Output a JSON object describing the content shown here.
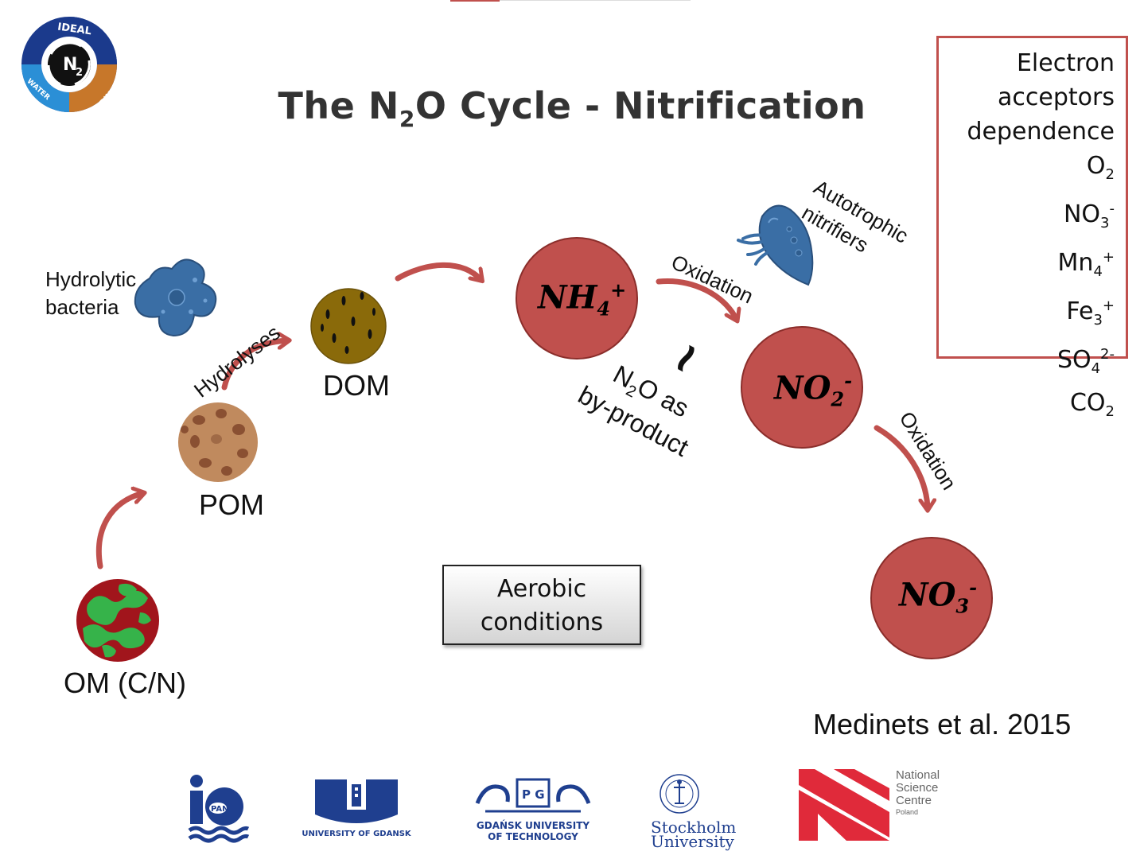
{
  "logo": {
    "arc_top": "IDEAL",
    "arc_left": "WATER",
    "arc_right": "SEDIMENT",
    "center": "N",
    "center_sub": "2"
  },
  "title": {
    "pre": "The N",
    "sub": "2",
    "post": "O Cycle - Nitrification"
  },
  "electron_box": {
    "lines": [
      {
        "text": "Electron"
      },
      {
        "text": "acceptors"
      },
      {
        "text": "dependence"
      },
      {
        "text": "O",
        "sub": "2"
      },
      {
        "text": "NO",
        "sub": "3",
        "sup": "-"
      },
      {
        "text": "Mn",
        "sub": "4",
        "sup": "+"
      },
      {
        "text": "Fe",
        "sub": "3",
        "sup": "+"
      },
      {
        "text": "SO",
        "sub": "4",
        "sup": "2-"
      },
      {
        "text": "CO",
        "sub": "2"
      }
    ]
  },
  "labels": {
    "hydrolytic": "Hydrolytic",
    "bacteria": "bacteria",
    "hydrolyses": "Hydrolyses",
    "dom": "DOM",
    "pom": "POM",
    "om": "OM (C/N)",
    "autotrophic": "Autotrophic",
    "nitrifiers": "nitrifiers",
    "oxidation1": "Oxidation",
    "oxidation2": "Oxidation",
    "tilde": "~",
    "n2o_pre": "N",
    "n2o_sub": "2",
    "n2o_post": "O as",
    "byproduct": "by-product"
  },
  "nodes": {
    "nh4": {
      "base": "NH",
      "sub": "4",
      "sup": "+"
    },
    "no2": {
      "base": "NO",
      "sub": "2",
      "sup": "-"
    },
    "no3": {
      "base": "NO",
      "sub": "3",
      "sup": "-"
    }
  },
  "aerobic": {
    "line1": "Aerobic",
    "line2": "conditions"
  },
  "citation": "Medinets et al. 2015",
  "footer": {
    "iopan": "PAN",
    "ug": "UNIVERSITY OF GDANSK",
    "pg_line1": "GDAŃSK UNIVERSITY",
    "pg_line2": "OF TECHNOLOGY",
    "pg_letters": "P G",
    "su_line1": "Stockholm",
    "su_line2": "University",
    "ncn_line1": "National",
    "ncn_line2": "Science",
    "ncn_line3": "Centre",
    "ncn_line4": "Poland"
  },
  "colors": {
    "accent_red": "#c0504d",
    "node_fill": "#c0504d",
    "bacteria_blue": "#3a6ea5",
    "dom_brown": "#8a6a0a",
    "pom_brown": "#c08a5e",
    "navy": "#1f3f8f",
    "ncn_red": "#e02a3a"
  }
}
